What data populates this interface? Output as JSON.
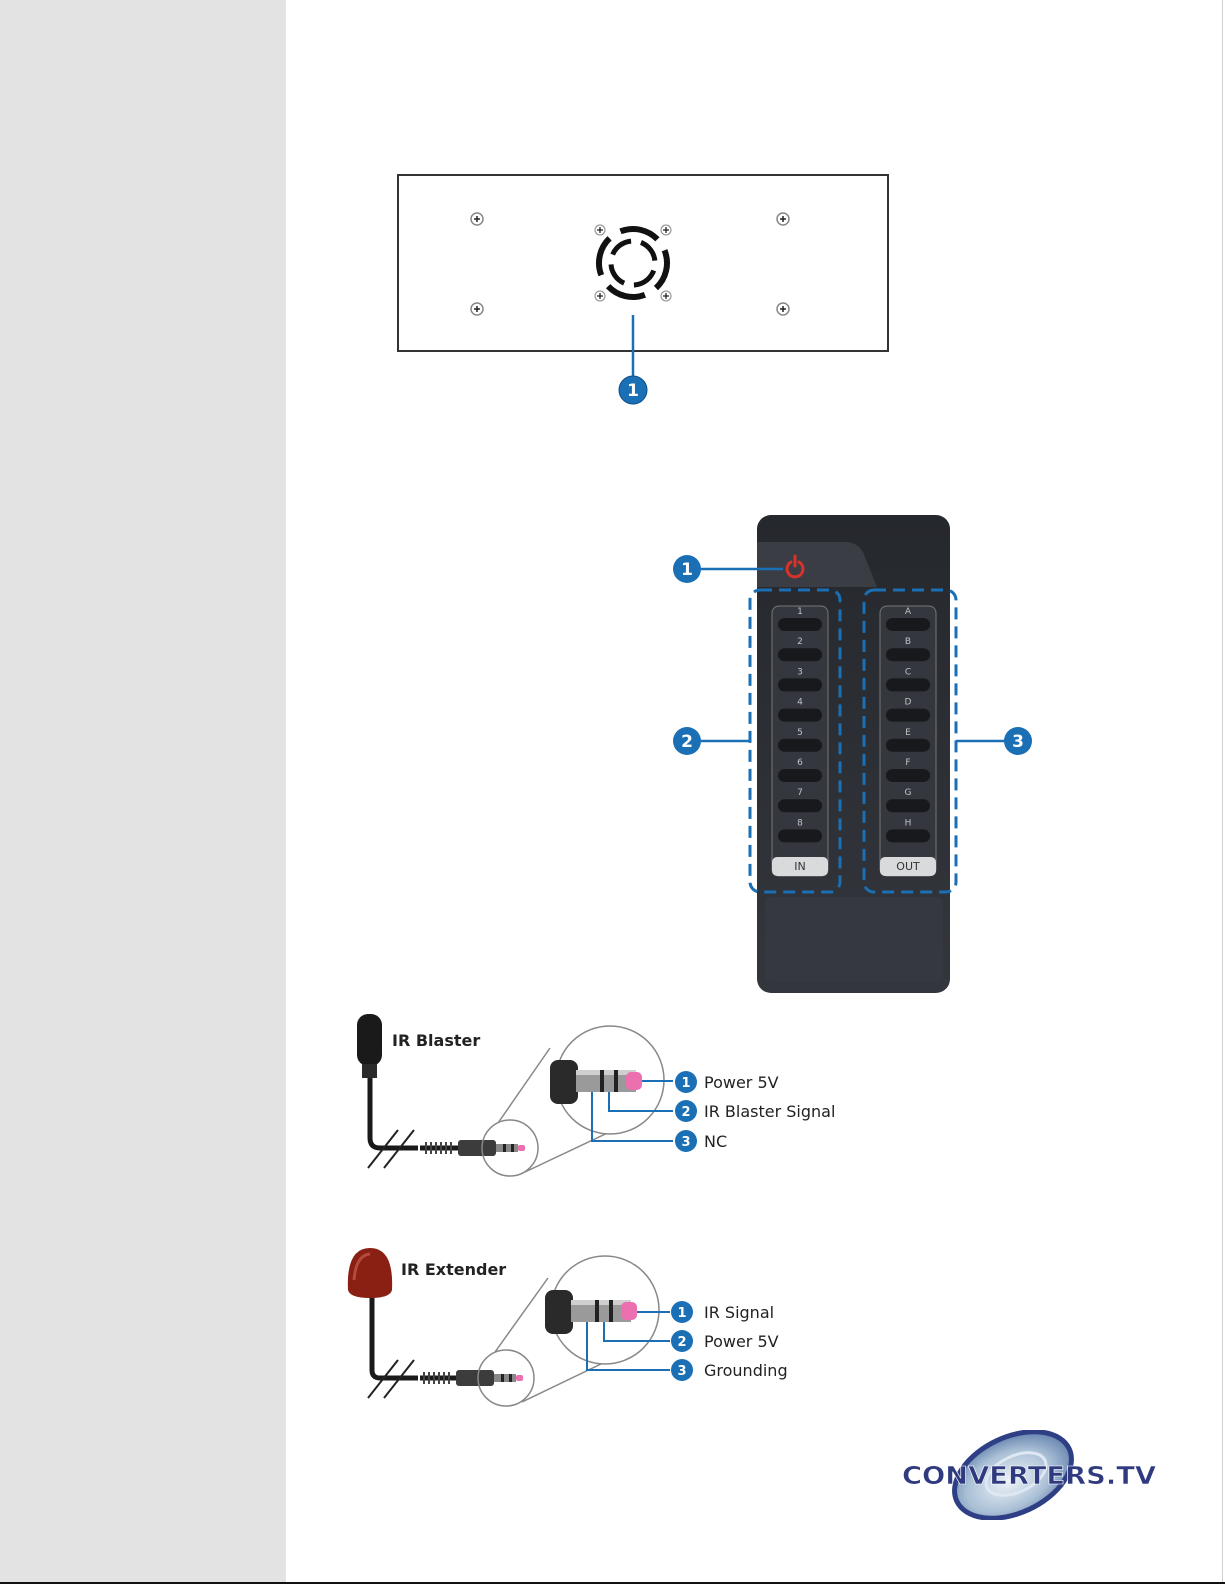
{
  "colors": {
    "callout_blue": "#1a6fb5",
    "sidebar_gray": "#e3e3e3",
    "power_red": "#d9322a",
    "remote_body": "#2c2f34",
    "plug_tip_pink": "#ec6fb0",
    "extender_red": "#8a2014"
  },
  "rear_panel": {
    "callouts": [
      {
        "n": "1"
      }
    ]
  },
  "remote": {
    "callouts": [
      "1",
      "2",
      "3"
    ],
    "in_buttons": [
      "1",
      "2",
      "3",
      "4",
      "5",
      "6",
      "7",
      "8"
    ],
    "out_buttons": [
      "A",
      "B",
      "C",
      "D",
      "E",
      "F",
      "G",
      "H"
    ],
    "in_label": "IN",
    "out_label": "OUT"
  },
  "ir_blaster": {
    "title": "IR Blaster",
    "pins": [
      {
        "n": "1",
        "label": "Power 5V"
      },
      {
        "n": "2",
        "label": "IR Blaster Signal"
      },
      {
        "n": "3",
        "label": "NC"
      }
    ]
  },
  "ir_extender": {
    "title": "IR Extender",
    "pins": [
      {
        "n": "1",
        "label": "IR Signal"
      },
      {
        "n": "2",
        "label": "Power 5V"
      },
      {
        "n": "3",
        "label": "Grounding"
      }
    ]
  },
  "logo": {
    "text": "CONVERTERS.TV"
  }
}
